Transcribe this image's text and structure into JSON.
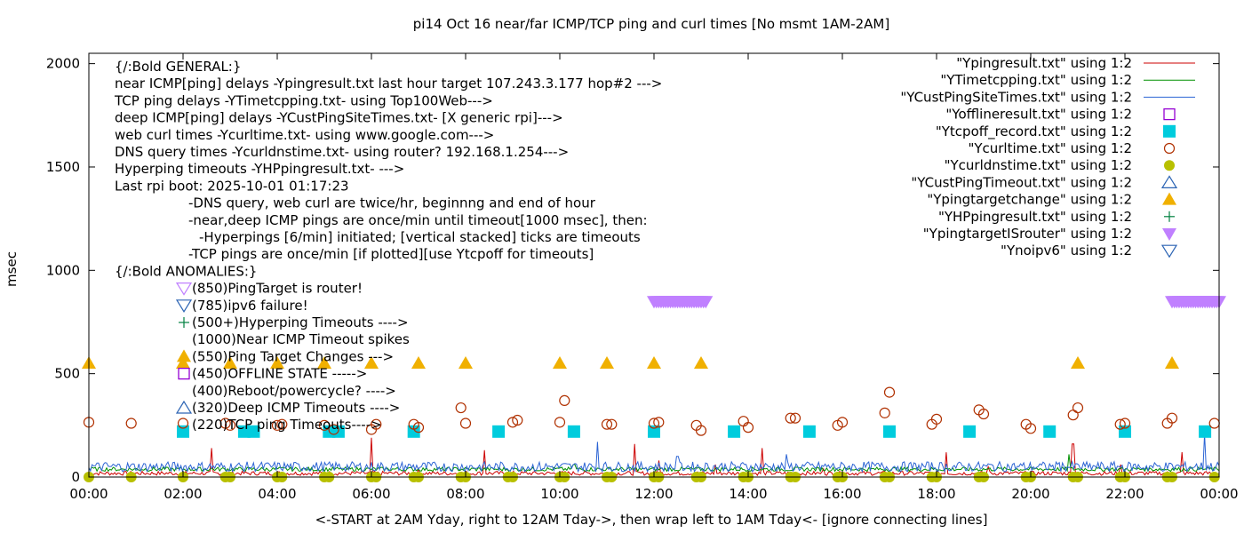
{
  "chart_data": {
    "type": "line",
    "title": "pi14 Oct 16  near/far ICMP/TCP ping and curl times [No msmt 1AM-2AM]",
    "xlabel": "<-START at 2AM Yday, right to 12AM Tday->, then wrap left to 1AM Tday<- [ignore connecting lines]",
    "ylabel": "msec",
    "xlim": [
      0,
      24
    ],
    "ylim": [
      0,
      2050
    ],
    "x_tick_labels": [
      "00:00",
      "02:00",
      "04:00",
      "06:00",
      "08:00",
      "10:00",
      "12:00",
      "14:00",
      "16:00",
      "18:00",
      "20:00",
      "22:00",
      "00:00"
    ],
    "x_ticks": [
      0,
      2,
      4,
      6,
      8,
      10,
      12,
      14,
      16,
      18,
      20,
      22,
      24
    ],
    "y_ticks": [
      0,
      500,
      1000,
      1500,
      2000
    ],
    "y_tick_labels": [
      "0",
      "500",
      "1000",
      "1500",
      "2000"
    ],
    "grid": false,
    "legend_position": "top-right",
    "annotations": [
      "{/:Bold GENERAL:}",
      "near ICMP[ping] delays -Ypingresult.txt last hour target 107.243.3.177 hop#2 --->",
      "TCP ping delays -YTimetcpping.txt- using Top100Web--->",
      "deep ICMP[ping] delays -YCustPingSiteTimes.txt- [X generic rpi]--->",
      "web curl times -Ycurltime.txt- using www.google.com--->",
      "DNS query times -Ycurldnstime.txt- using router? 192.168.1.254--->",
      "Hyperping timeouts -YHPpingresult.txt- --->",
      "Last rpi boot: 2025-10-01 01:17:23",
      "-DNS query, web curl are twice/hr, beginnng and end of hour",
      "-near,deep ICMP pings are once/min until timeout[1000 msec], then:",
      "-Hyperpings [6/min] initiated; [vertical stacked] ticks are timeouts",
      "-TCP pings are once/min [if plotted][use Ytcpoff for timeouts]",
      "{/:Bold ANOMALIES:}"
    ],
    "anomalies": [
      {
        "marker": "triangle-down",
        "color": "#c080ff",
        "text": "(850)PingTarget is router!"
      },
      {
        "marker": "triangle-down",
        "color": "#2c64b4",
        "text": "(785)ipv6 failure!"
      },
      {
        "marker": "plus",
        "color": "#008040",
        "text": "(500+)Hyperping Timeouts ---->"
      },
      {
        "marker": "none",
        "color": "#000000",
        "text": "(1000)Near ICMP Timeout spikes"
      },
      {
        "marker": "triangle-up",
        "color": "#f0b000",
        "text": "(550)Ping Target Changes --->"
      },
      {
        "marker": "square",
        "color": "#9400d3",
        "text": "(450)OFFLINE STATE ----->"
      },
      {
        "marker": "none",
        "color": "#000000",
        "text": "(400)Reboot/powercycle? ---->"
      },
      {
        "marker": "triangle-up-open",
        "color": "#2c64b4",
        "text": "(320)Deep ICMP Timeouts ---->"
      },
      {
        "marker": "none",
        "color": "#000000",
        "text": "(220)TCP ping Timeouts---->"
      }
    ],
    "series": [
      {
        "name": "\"Ypingresult.txt\" using 1:2",
        "kind": "line",
        "color": "#cc0000",
        "baseline": 18,
        "noise": 10,
        "spikes": [
          [
            2.6,
            140
          ],
          [
            6.0,
            190
          ],
          [
            7.0,
            40
          ],
          [
            8.4,
            130
          ],
          [
            11.6,
            160
          ],
          [
            12.1,
            80
          ],
          [
            13.3,
            60
          ],
          [
            14.3,
            140
          ],
          [
            15.6,
            40
          ],
          [
            18.2,
            120
          ],
          [
            19.1,
            50
          ],
          [
            20.9,
            160
          ],
          [
            21.9,
            60
          ],
          [
            23.2,
            120
          ]
        ]
      },
      {
        "name": "\"YTimetcpping.txt\" using 1:2",
        "kind": "line",
        "color": "#009000",
        "baseline": 38,
        "noise": 10,
        "spikes": [
          [
            10.3,
            60
          ],
          [
            20.8,
            110
          ],
          [
            22.4,
            40
          ]
        ]
      },
      {
        "name": "\"YCustPingSiteTimes.txt\" using 1:2",
        "kind": "line",
        "color": "#2c64d4",
        "baseline": 50,
        "noise": 24,
        "spikes": [
          [
            10.8,
            170
          ],
          [
            12.5,
            100
          ],
          [
            14.8,
            110
          ],
          [
            20.6,
            70
          ],
          [
            23.7,
            210
          ]
        ]
      },
      {
        "name": "\"Yofflineresult.txt\" using 1:2",
        "kind": "open-square",
        "color": "#9400d3",
        "points": []
      },
      {
        "name": "\"Ytcpoff_record.txt\" using 1:2",
        "kind": "filled-square",
        "color": "#00ccdd",
        "y": 220,
        "x": [
          2.0,
          3.3,
          3.5,
          5.1,
          5.3,
          6.9,
          8.7,
          10.3,
          12.0,
          13.7,
          15.3,
          17.0,
          18.7,
          20.4,
          22.0,
          23.7
        ]
      },
      {
        "name": "\"Ycurltime.txt\" using 1:2",
        "kind": "open-circle",
        "color": "#b03000",
        "points": [
          [
            0.0,
            265
          ],
          [
            0.9,
            260
          ],
          [
            2.0,
            260
          ],
          [
            2.9,
            260
          ],
          [
            3.0,
            250
          ],
          [
            4.0,
            250
          ],
          [
            4.1,
            255
          ],
          [
            5.0,
            250
          ],
          [
            5.2,
            230
          ],
          [
            6.0,
            230
          ],
          [
            6.1,
            255
          ],
          [
            6.9,
            255
          ],
          [
            7.0,
            240
          ],
          [
            7.9,
            335
          ],
          [
            8.0,
            260
          ],
          [
            9.0,
            265
          ],
          [
            9.1,
            275
          ],
          [
            10.0,
            265
          ],
          [
            10.1,
            370
          ],
          [
            11.0,
            255
          ],
          [
            11.1,
            255
          ],
          [
            12.0,
            260
          ],
          [
            12.1,
            265
          ],
          [
            12.9,
            250
          ],
          [
            13.0,
            225
          ],
          [
            13.9,
            270
          ],
          [
            14.0,
            240
          ],
          [
            14.9,
            285
          ],
          [
            15.0,
            285
          ],
          [
            15.9,
            250
          ],
          [
            16.0,
            265
          ],
          [
            16.9,
            310
          ],
          [
            17.0,
            410
          ],
          [
            17.9,
            255
          ],
          [
            18.0,
            280
          ],
          [
            18.9,
            325
          ],
          [
            19.0,
            305
          ],
          [
            19.9,
            255
          ],
          [
            20.0,
            235
          ],
          [
            20.9,
            300
          ],
          [
            21.0,
            335
          ],
          [
            21.9,
            255
          ],
          [
            22.0,
            260
          ],
          [
            22.9,
            260
          ],
          [
            23.0,
            285
          ],
          [
            23.9,
            260
          ]
        ]
      },
      {
        "name": "\"Ycurldnstime.txt\" using 1:2",
        "kind": "filled-circle",
        "color": "#b8c000",
        "y": 0,
        "x": [
          0,
          0.9,
          2.0,
          2.9,
          3.0,
          4.0,
          4.1,
          5.0,
          5.1,
          6.0,
          6.1,
          6.9,
          7.0,
          7.9,
          8.0,
          8.9,
          9.0,
          10.0,
          10.1,
          11.0,
          11.1,
          12.0,
          12.1,
          12.9,
          13.0,
          13.9,
          14.0,
          14.9,
          15.0,
          15.9,
          16.0,
          16.9,
          17.0,
          17.9,
          18.0,
          18.9,
          19.0,
          19.9,
          20.0,
          20.9,
          21.0,
          21.9,
          22.0,
          22.9,
          23.0,
          23.9
        ]
      },
      {
        "name": "\"YCustPingTimeout.txt\" using 1:2",
        "kind": "open-triangle-up",
        "color": "#2c64b4",
        "points": []
      },
      {
        "name": "\"Ypingtargetchange\" using 1:2",
        "kind": "filled-triangle-up",
        "color": "#f0b000",
        "y": 550,
        "x": [
          0.0,
          2.0,
          3.0,
          4.0,
          5.0,
          6.0,
          7.0,
          8.0,
          10.0,
          11.0,
          12.0,
          13.0,
          21.0,
          23.0
        ]
      },
      {
        "name": "\"YHPpingresult.txt\" using 1:2",
        "kind": "plus",
        "color": "#008040",
        "points": []
      },
      {
        "name": "\"YpingtargetISrouter\" using 1:2",
        "kind": "filled-triangle-down",
        "color": "#c080ff",
        "y": 850,
        "x_range": [
          [
            12.0,
            13.1
          ],
          [
            23.0,
            24.0
          ]
        ]
      },
      {
        "name": "\"Ynoipv6\" using 1:2",
        "kind": "open-triangle-down",
        "color": "#2c64b4",
        "points": []
      }
    ]
  }
}
